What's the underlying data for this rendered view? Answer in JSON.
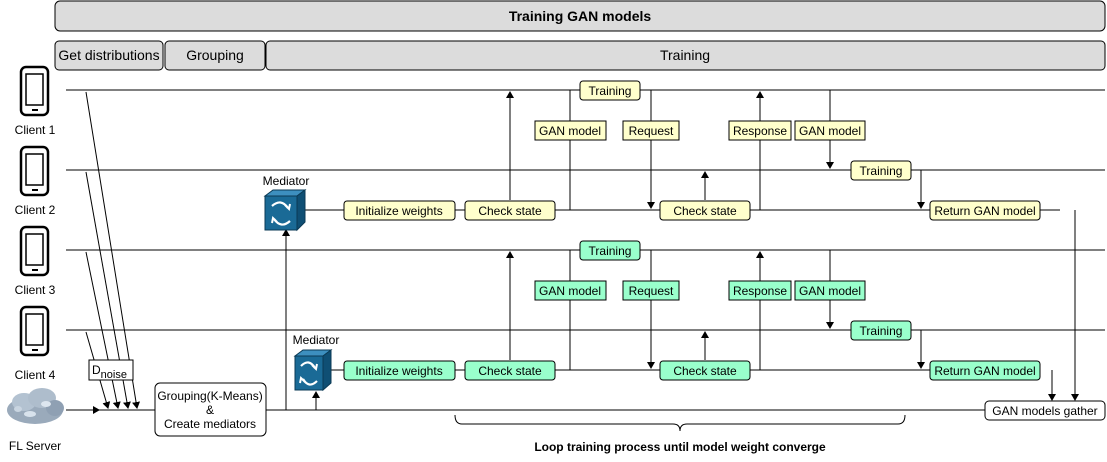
{
  "header": {
    "title": "Training GAN models",
    "phases": [
      "Get distributions",
      "Grouping",
      "Training"
    ]
  },
  "actors": {
    "clients": [
      "Client 1",
      "Client 2",
      "Client 3",
      "Client 4"
    ],
    "server": "FL Server",
    "mediator": "Mediator"
  },
  "server_boxes": {
    "noise_main": "D",
    "noise_sub": "noise",
    "grouping_line1": "Grouping(K-Means)",
    "grouping_line2": "&",
    "grouping_line3": "Create mediators",
    "gather": "GAN models gather"
  },
  "steps": {
    "initialize_weights": "Initialize weights",
    "check_state": "Check state",
    "training": "Training",
    "gan_model": "GAN model",
    "request": "Request",
    "response": "Response",
    "return_gan_model": "Return GAN model"
  },
  "loop_label": "Loop training process until model weight converge",
  "colors": {
    "group_a": "#ffffcc",
    "group_b": "#99ffcc",
    "header": "#dcdcdc",
    "mediator": "#1a6a96",
    "cloud": "#9aaabb"
  },
  "icons": [
    "phone-icon",
    "cloud-server-icon",
    "mediator-cube-icon"
  ]
}
